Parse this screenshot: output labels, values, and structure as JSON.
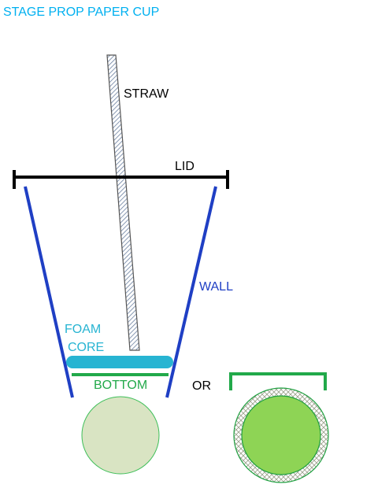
{
  "title": "STAGE PROP PAPER CUP",
  "labels": {
    "straw": "STRAW",
    "lid": "LID",
    "wall": "WALL",
    "foam_core_line1": "FOAM",
    "foam_core_line2": "CORE",
    "bottom": "BOTTOM",
    "or": "OR"
  },
  "colors": {
    "title": "#00b0f0",
    "wall": "#1f3fc4",
    "foam_core": "#27b4d2",
    "bottom": "#22a94a",
    "lid": "#000000",
    "straw_stroke": "#555555",
    "plain_disc_fill": "#d9e4c3",
    "plain_disc_stroke": "#3fbf5a",
    "alt_disc_fill": "#8ed455",
    "alt_disc_ring_stroke": "#1fa040"
  }
}
